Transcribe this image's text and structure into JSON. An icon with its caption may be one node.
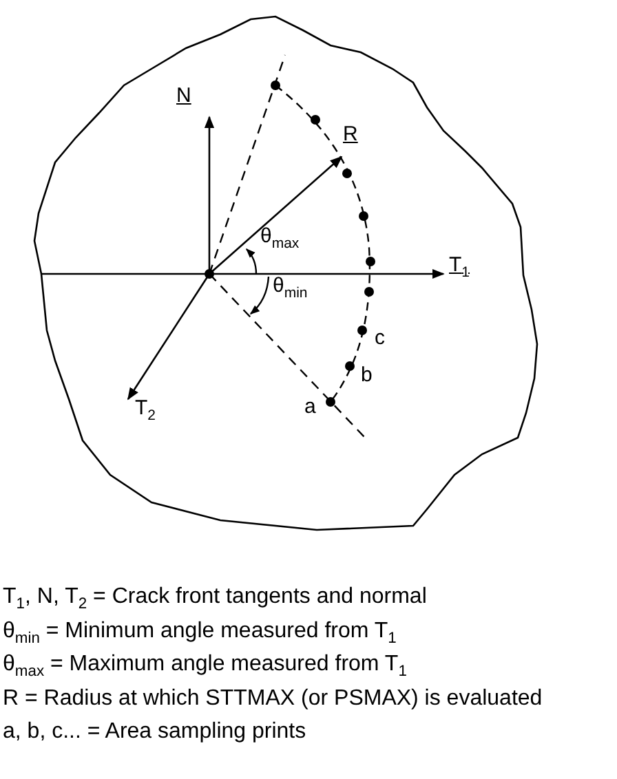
{
  "diagram": {
    "labels": [
      "N",
      "R",
      "θ$_{max}$",
      "T$_{1}$",
      "θ$_{min}$",
      "c",
      "b",
      "T$_{2}$",
      "a",
      "T$_{1}$, N, T$_{2}$ = Crack front tangents and normal",
      "θ$_{min}$ = Minimum angle measured from T$_{1}$",
      "θ$_{max}$ = Maximum angle measured from T$_{1}$",
      "R = Radius at which STTMAX (or PSMAX) is evaluated",
      "a, b, c... = Area sampling prints"
    ]
  }
}
